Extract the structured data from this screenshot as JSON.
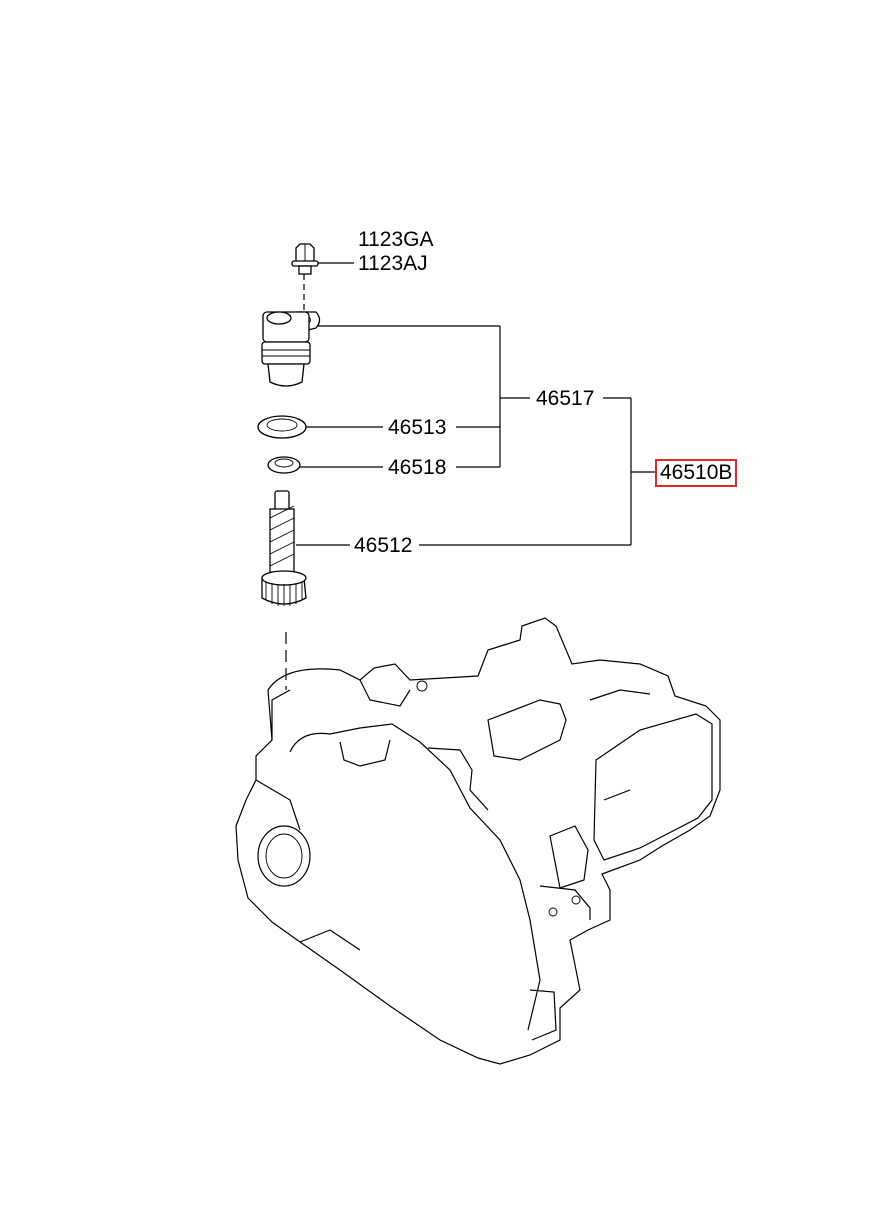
{
  "diagram": {
    "labels": {
      "bolt_a": "1123GA",
      "bolt_b": "1123AJ",
      "assembly": "46517",
      "oring_large": "46513",
      "oring_small": "46518",
      "gear": "46512",
      "highlighted": "46510B"
    },
    "colors": {
      "line": "#000000",
      "highlight_border": "#e3292a",
      "background": "#ffffff"
    }
  }
}
